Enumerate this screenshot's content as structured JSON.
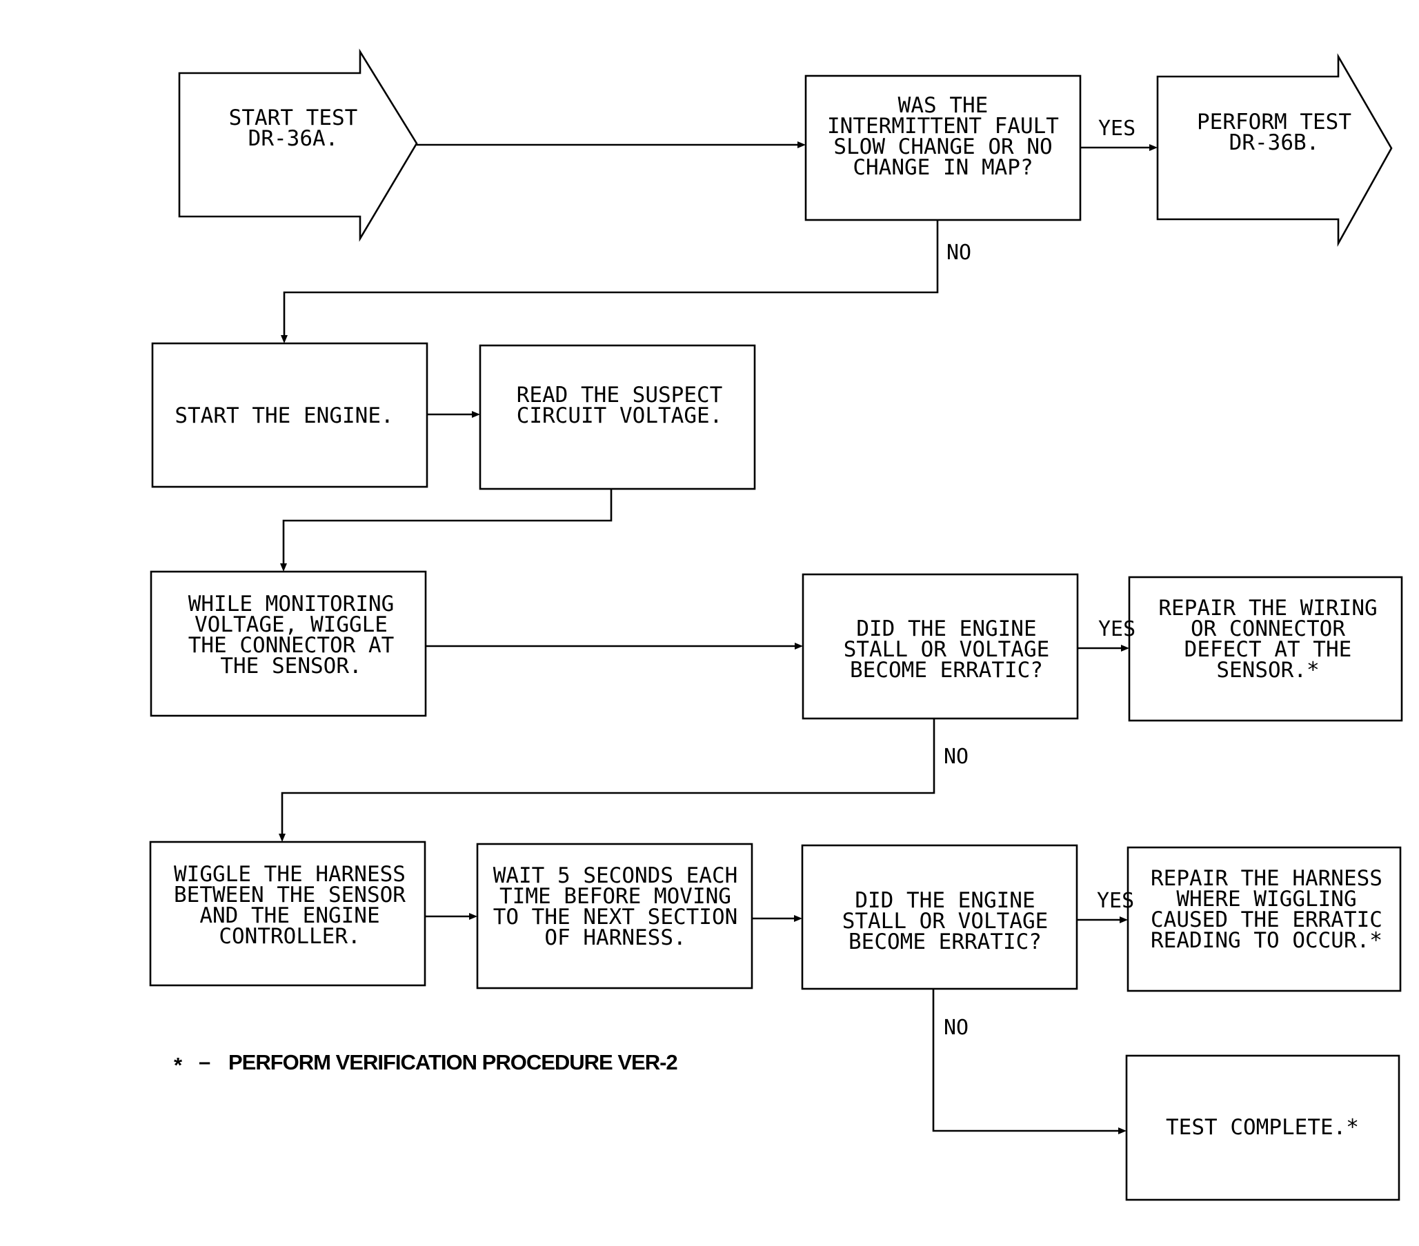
{
  "nodes": {
    "start_test": {
      "lines": [
        "START TEST",
        "DR-36A."
      ]
    },
    "q_map": {
      "lines": [
        "WAS THE",
        "INTERMITTENT FAULT",
        "SLOW CHANGE OR NO",
        "CHANGE IN MAP?"
      ]
    },
    "perform_test_b": {
      "lines": [
        "PERFORM TEST",
        "DR-36B."
      ]
    },
    "start_engine": {
      "lines": [
        "START THE ENGINE."
      ]
    },
    "read_voltage": {
      "lines": [
        "READ THE SUSPECT",
        "CIRCUIT VOLTAGE."
      ]
    },
    "wiggle_connector": {
      "lines": [
        "WHILE MONITORING",
        "VOLTAGE, WIGGLE",
        "THE CONNECTOR AT",
        "THE SENSOR."
      ]
    },
    "q_stall_1": {
      "lines": [
        "DID THE ENGINE",
        "STALL OR VOLTAGE",
        "BECOME ERRATIC?"
      ]
    },
    "repair_wiring": {
      "lines": [
        "REPAIR THE WIRING",
        "OR CONNECTOR",
        "DEFECT AT THE",
        "SENSOR.*"
      ]
    },
    "wiggle_harness": {
      "lines": [
        "WIGGLE THE HARNESS",
        "BETWEEN THE SENSOR",
        "AND THE ENGINE",
        "CONTROLLER."
      ]
    },
    "wait_5": {
      "lines": [
        "WAIT 5 SECONDS EACH",
        "TIME BEFORE MOVING",
        "TO THE NEXT SECTION",
        "OF HARNESS."
      ]
    },
    "q_stall_2": {
      "lines": [
        "DID THE ENGINE",
        "STALL OR VOLTAGE",
        "BECOME ERRATIC?"
      ]
    },
    "repair_harness": {
      "lines": [
        "REPAIR THE HARNESS",
        "WHERE WIGGLING",
        "CAUSED THE ERRATIC",
        "READING TO OCCUR.*"
      ]
    },
    "test_complete": {
      "lines": [
        "TEST COMPLETE.*"
      ]
    }
  },
  "labels": {
    "yes_1": "YES",
    "no_1": "NO",
    "yes_2": "YES",
    "no_2": "NO",
    "yes_3": "YES",
    "no_3": "NO"
  },
  "footnote": {
    "star": "*",
    "dash": "–",
    "text": "PERFORM VERIFICATION PROCEDURE VER-2"
  }
}
